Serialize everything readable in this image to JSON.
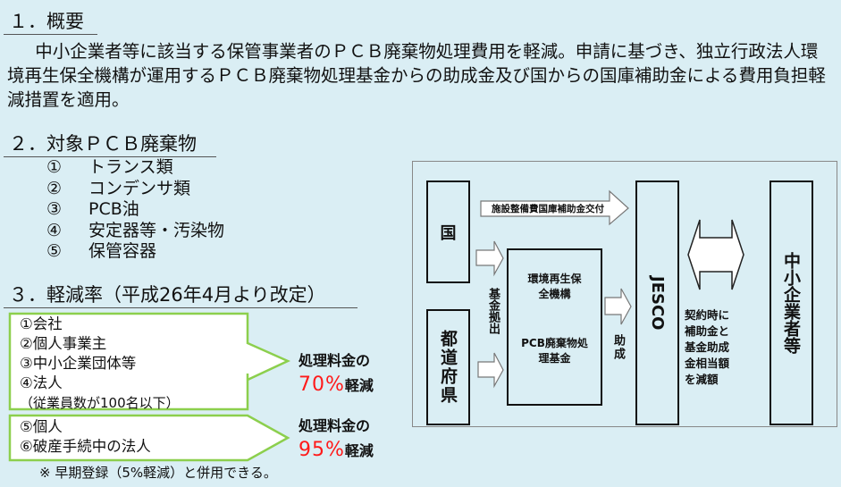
{
  "s1": {
    "title": "１．概要",
    "body": "中小企業者等に該当する保管事業者のＰＣＢ廃棄物処理費用を軽減。申請に基づき、独立行政法人環境再生保全機構が運用するＰＣＢ廃棄物処理基金からの助成金及び国からの国庫補助金による費用負担軽減措置を適用。"
  },
  "s2": {
    "title": "２．対象ＰＣＢ廃棄物",
    "items": [
      {
        "n": "①",
        "t": "トランス類"
      },
      {
        "n": "②",
        "t": "コンデンサ類"
      },
      {
        "n": "③",
        "t": "PCB油"
      },
      {
        "n": "④",
        "t": "安定器等・汚染物"
      },
      {
        "n": "⑤",
        "t": "保管容器"
      }
    ]
  },
  "s3": {
    "title": "３．軽減率（平成26年4月より改定）",
    "group1": [
      "①会社",
      "②個人事業主",
      "③中小企業団体等",
      "④法人",
      "（従業員数が100名以下）"
    ],
    "result1": {
      "label": "処理料金の",
      "pct": "70%",
      "suffix": "軽減"
    },
    "group2": [
      "⑤個人",
      "⑥破産手続中の法人"
    ],
    "result2": {
      "label": "処理料金の",
      "pct": "95%",
      "suffix": "軽減"
    },
    "note": "※ 早期登録（5%軽減）と併用できる。"
  },
  "diagram": {
    "kuni": "国",
    "todofuken": "都道府県",
    "subsidy_arrow": "施設整備費国庫補助金交付",
    "fund_contrib": "基金拠出",
    "org": "環境再生保全機構",
    "fund": "PCB廃棄物処理基金",
    "grant": "助成",
    "jesco": "JESCO",
    "contract_note": "契約時に補助金と基金助成金相当額を減額",
    "sme": "中小企業者等"
  },
  "colors": {
    "background": "#daeef4",
    "green": "#8ccf4d",
    "red": "#ff1a1a"
  }
}
